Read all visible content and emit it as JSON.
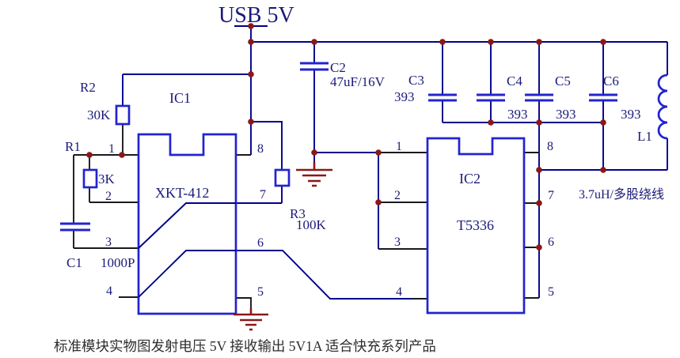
{
  "title": "USB 5V",
  "caption": "标准模块实物图发射电压 5V  接收输出 5V1A 适合快充系列产品",
  "colors": {
    "wire": "#00008b",
    "lead": "#1a1a1a",
    "comp": "#2323cf",
    "red": "#8b1818",
    "txt": "#1b1b78",
    "caption": "#2e2e30",
    "bg": "#ffffff"
  },
  "components": {
    "ic1": {
      "ref": "IC1",
      "part": "XKT-412",
      "pins_left": [
        "1",
        "2",
        "3",
        "4"
      ],
      "pins_right": [
        "8",
        "7",
        "6",
        "5"
      ]
    },
    "ic2": {
      "ref": "IC2",
      "part": "T5336",
      "pins_left": [
        "1",
        "2",
        "3",
        "4"
      ],
      "pins_right": [
        "8",
        "7",
        "6",
        "5"
      ]
    },
    "r1": {
      "ref": "R1",
      "value": "3K"
    },
    "r2": {
      "ref": "R2",
      "value": "30K"
    },
    "r3": {
      "ref": "R3",
      "value": "100K"
    },
    "c1": {
      "ref": "C1",
      "value": "1000P"
    },
    "c2": {
      "ref": "C2",
      "value": "47uF/16V"
    },
    "c3": {
      "ref": "C3",
      "value": "393"
    },
    "c4": {
      "ref": "C4",
      "value": "393"
    },
    "c5": {
      "ref": "C5",
      "value": "393"
    },
    "c6": {
      "ref": "C6",
      "value": "393"
    },
    "l1": {
      "ref": "L1",
      "value": "3.7uH/多股绕线"
    }
  }
}
